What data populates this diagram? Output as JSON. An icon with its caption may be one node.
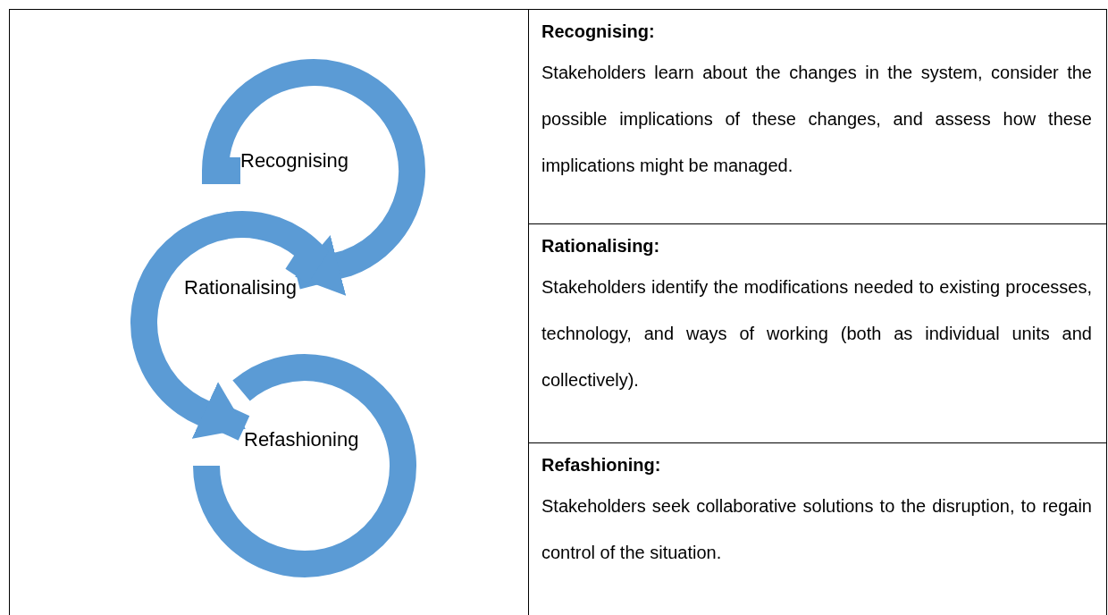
{
  "diagram": {
    "nodes": [
      {
        "text": [
          "Recognising"
        ]
      },
      {
        "text": [
          "Rationalising"
        ]
      },
      {
        "text": [
          "Refashioning"
        ]
      }
    ],
    "edges": [
      {
        "from": 0,
        "to": 1,
        "arrow": "to"
      },
      {
        "from": 1,
        "to": 2,
        "arrow": "to"
      }
    ],
    "labels": [
      "Recognising:",
      "Stakeholders learn about the changes in the system, consider the possible implications of these changes, and assess how these implications might be managed.",
      "Rationalising:",
      "Stakeholders identify the modifications needed to existing processes, technology, and ways of working (both as individual units and collectively).",
      "Refashioning:",
      "Stakeholders seek collaborative solutions to the disruption, to regain control of the situation."
    ]
  }
}
